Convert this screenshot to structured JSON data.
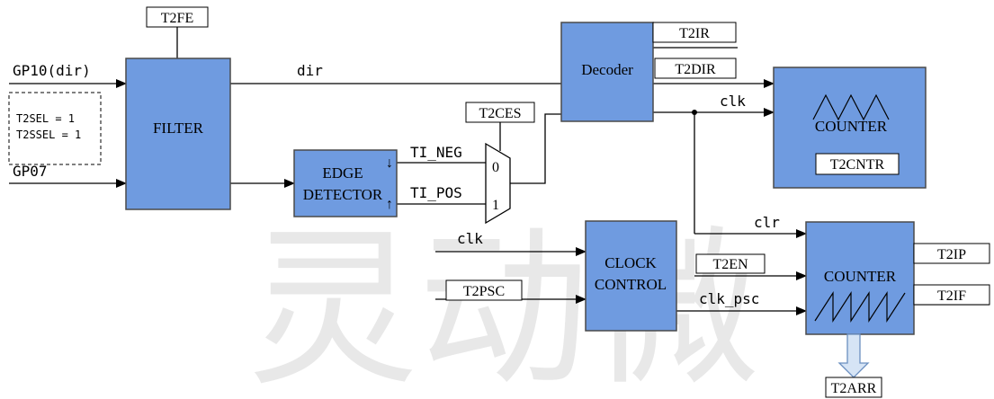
{
  "colors": {
    "block_fill": "#6f9be0",
    "block_stroke": "#4a4a4a",
    "line": "#000000",
    "down_arrow_fill": "#d6e4f5",
    "down_arrow_stroke": "#6b8fc0",
    "watermark": "#e6e6e6"
  },
  "watermark": "灵动微",
  "blocks": {
    "filter": "FILTER",
    "decoder": "Decoder",
    "edge_detector": [
      "EDGE",
      "DETECTOR"
    ],
    "counter_top": "COUNTER",
    "clock_control": [
      "CLOCK",
      "CONTROL"
    ],
    "counter_bottom": "COUNTER"
  },
  "registers": {
    "t2fe": "T2FE",
    "t2ir": "T2IR",
    "t2dir": "T2DIR",
    "t2ces": "T2CES",
    "t2cntr": "T2CNTR",
    "t2en": "T2EN",
    "t2psc": "T2PSC",
    "t2ip": "T2IP",
    "t2if": "T2IF",
    "t2arr": "T2ARR"
  },
  "signals": {
    "gp10": "GP10(dir)",
    "gp07": "GP07",
    "dir": "dir",
    "clk_top": "clk",
    "ti_neg": "TI_NEG",
    "ti_pos": "TI_POS",
    "clk_in": "clk",
    "clr": "clr",
    "clk_psc": "clk_psc",
    "arrow_down": "↓",
    "arrow_up": "↑"
  },
  "mux": {
    "in0": "0",
    "in1": "1"
  },
  "note": [
    "T2SEL = 1",
    "T2SSEL = 1"
  ]
}
